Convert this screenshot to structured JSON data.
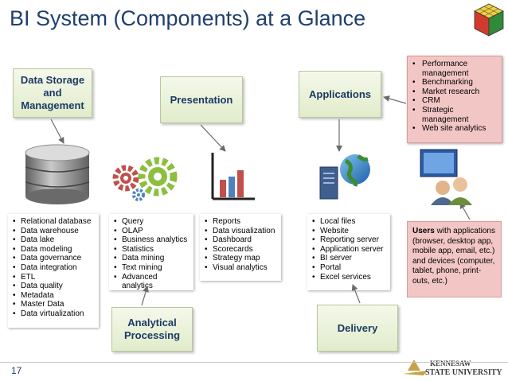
{
  "title": "BI System (Components) at a Glance",
  "slide_number": "17",
  "boxes": {
    "data_storage": [
      "Data Storage",
      "and",
      "Management"
    ],
    "presentation": "Presentation",
    "applications": "Applications",
    "analytical": [
      "Analytical",
      "Processing"
    ],
    "delivery": "Delivery"
  },
  "lists": {
    "storage": [
      "Relational database",
      "Data warehouse",
      "Data lake",
      "Data modeling",
      "Data governance",
      "Data integration",
      "ETL",
      "Data quality",
      "Metadata",
      "Master Data",
      "Data virtualization"
    ],
    "analytics": [
      "Query",
      "OLAP",
      "Business analytics",
      "Statistics",
      "Data mining",
      "Text mining",
      "Advanced analytics"
    ],
    "presentation": [
      "Reports",
      "Data visualization",
      "Dashboard",
      "Scorecards",
      "Strategy map",
      "Visual analytics"
    ],
    "delivery": [
      "Local files",
      "Website",
      "Reporting server",
      "Application server",
      "BI server",
      "Portal",
      "Excel services"
    ],
    "applications": [
      "Performance management",
      "Benchmarking",
      "Market research",
      "CRM",
      "Strategic management",
      "Web site analytics"
    ]
  },
  "users_note": {
    "bold": "Users",
    "text": " with applications (browser, desktop app, mobile app, email, etc.) and devices (computer, tablet, phone, print-outs, etc.)"
  },
  "logo": {
    "line1": "KENNESAW",
    "line2": "STATE UNIVERSITY"
  },
  "colors": {
    "title": "#1f3f6e",
    "box_fill": "#e6efd3",
    "pink": "#f3c6c6",
    "gear_red": "#c0504d",
    "gear_green": "#8cbf3f",
    "database": "#8a8a8a",
    "logo_gold": "#c8a24a"
  }
}
